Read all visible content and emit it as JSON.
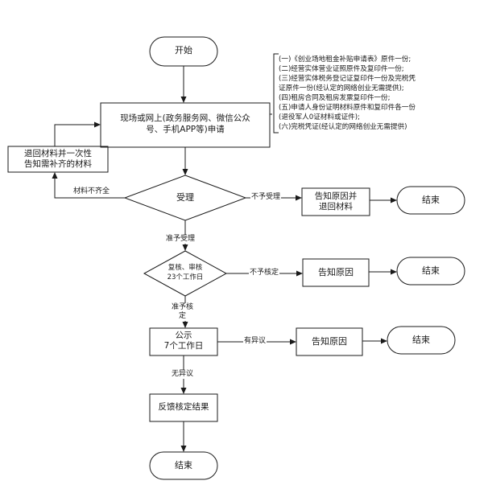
{
  "nodes": {
    "start": "开始",
    "apply": "现场或网上(政务服务网、微信公众\n号、手机APP等)申请",
    "return_materials": "退回材料并一次性\n告知需补齐的材料",
    "accept": "受理",
    "notify_return": "告知原因并\n退回材料",
    "end1": "结束",
    "review": "复核、审核\n23个工作日",
    "notify2": "告知原因",
    "end2": "结束",
    "publicize": "公示\n7个工作日",
    "notify3": "告知原因",
    "end3": "结束",
    "feedback": "反馈核定结果",
    "end_final": "结束"
  },
  "edges": {
    "incomplete": "材料不齐全",
    "not_accept": "不予受理",
    "accept_ok": "准予受理",
    "not_approve": "不予核定",
    "approve": "准予核\n定",
    "objection": "有异议",
    "no_objection": "无异议"
  },
  "notes": [
    "(一)《创业场地租金补贴申请表》原件一份;",
    "(二)经营实体营业证照原件及复印件一份;",
    "(三)经营实体税务登记证复印件一份及完税凭",
    "证原件一份(经认定的网络创业无需提供);",
    "(四)租房合同及租房发票复印件一份;",
    "(五)申请人身份证明材料原件和复印件各一份",
    "(退役军人0证材料或证件);",
    "(六)完税凭证(经认定的网络创业无需提供)"
  ]
}
